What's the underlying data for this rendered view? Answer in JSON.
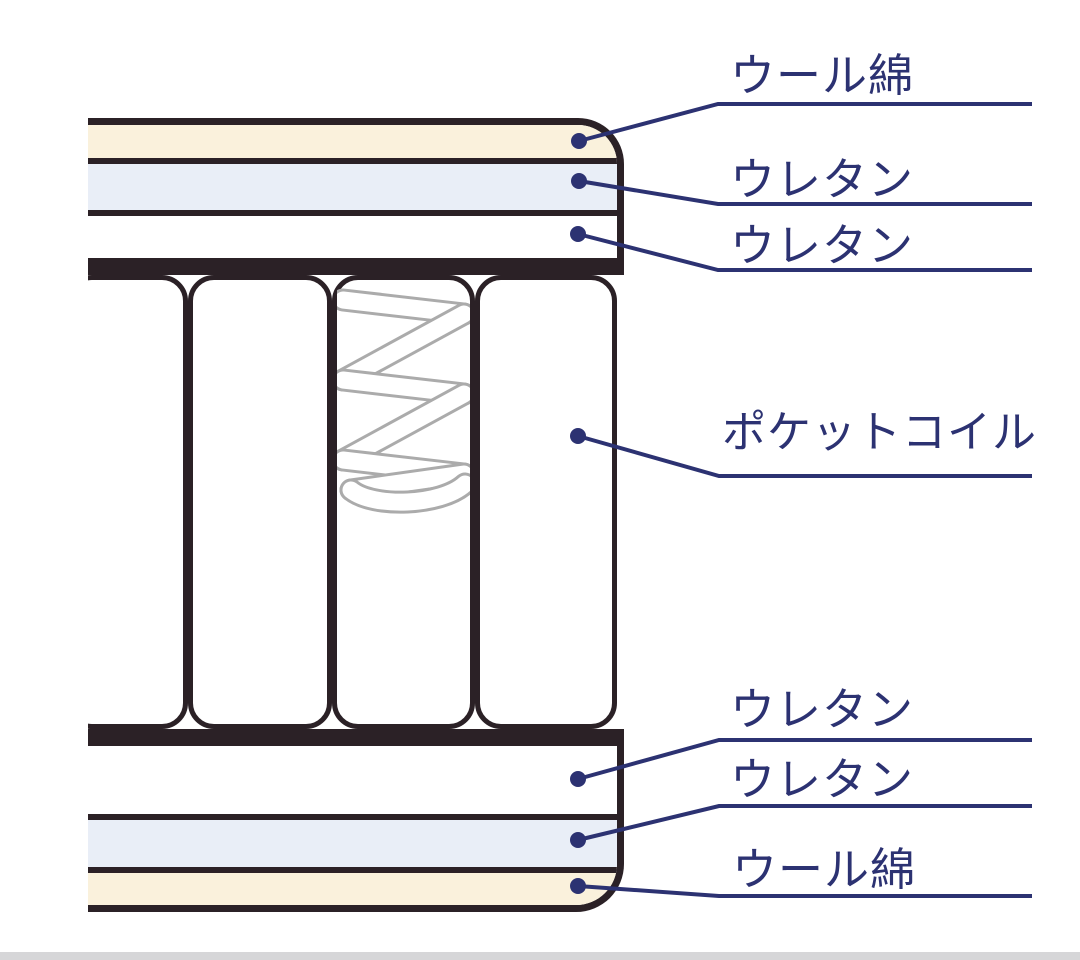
{
  "diagram": {
    "type": "mattress-cross-section",
    "callouts": [
      {
        "text": "ウール綿"
      },
      {
        "text": "ウレタン"
      },
      {
        "text": "ウレタン"
      },
      {
        "text": "ポケットコイル"
      },
      {
        "text": "ウレタン"
      },
      {
        "text": "ウレタン"
      },
      {
        "text": "ウール綿"
      }
    ],
    "layers_top": [
      {
        "name": "ウール綿",
        "color": "#faf1dc"
      },
      {
        "name": "ウレタン",
        "color": "#e9eef7"
      },
      {
        "name": "ウレタン",
        "color": "#ffffff"
      }
    ],
    "core": {
      "name": "ポケットコイル",
      "pockets": 4
    },
    "layers_bottom": [
      {
        "name": "ウレタン",
        "color": "#ffffff"
      },
      {
        "name": "ウレタン",
        "color": "#e9eef7"
      },
      {
        "name": "ウール綿",
        "color": "#faf1dc"
      }
    ],
    "colors": {
      "outline": "#2b2126",
      "label": "#2c3272",
      "spring": "#ababab",
      "footer_bar": "#d6d6d8"
    }
  }
}
